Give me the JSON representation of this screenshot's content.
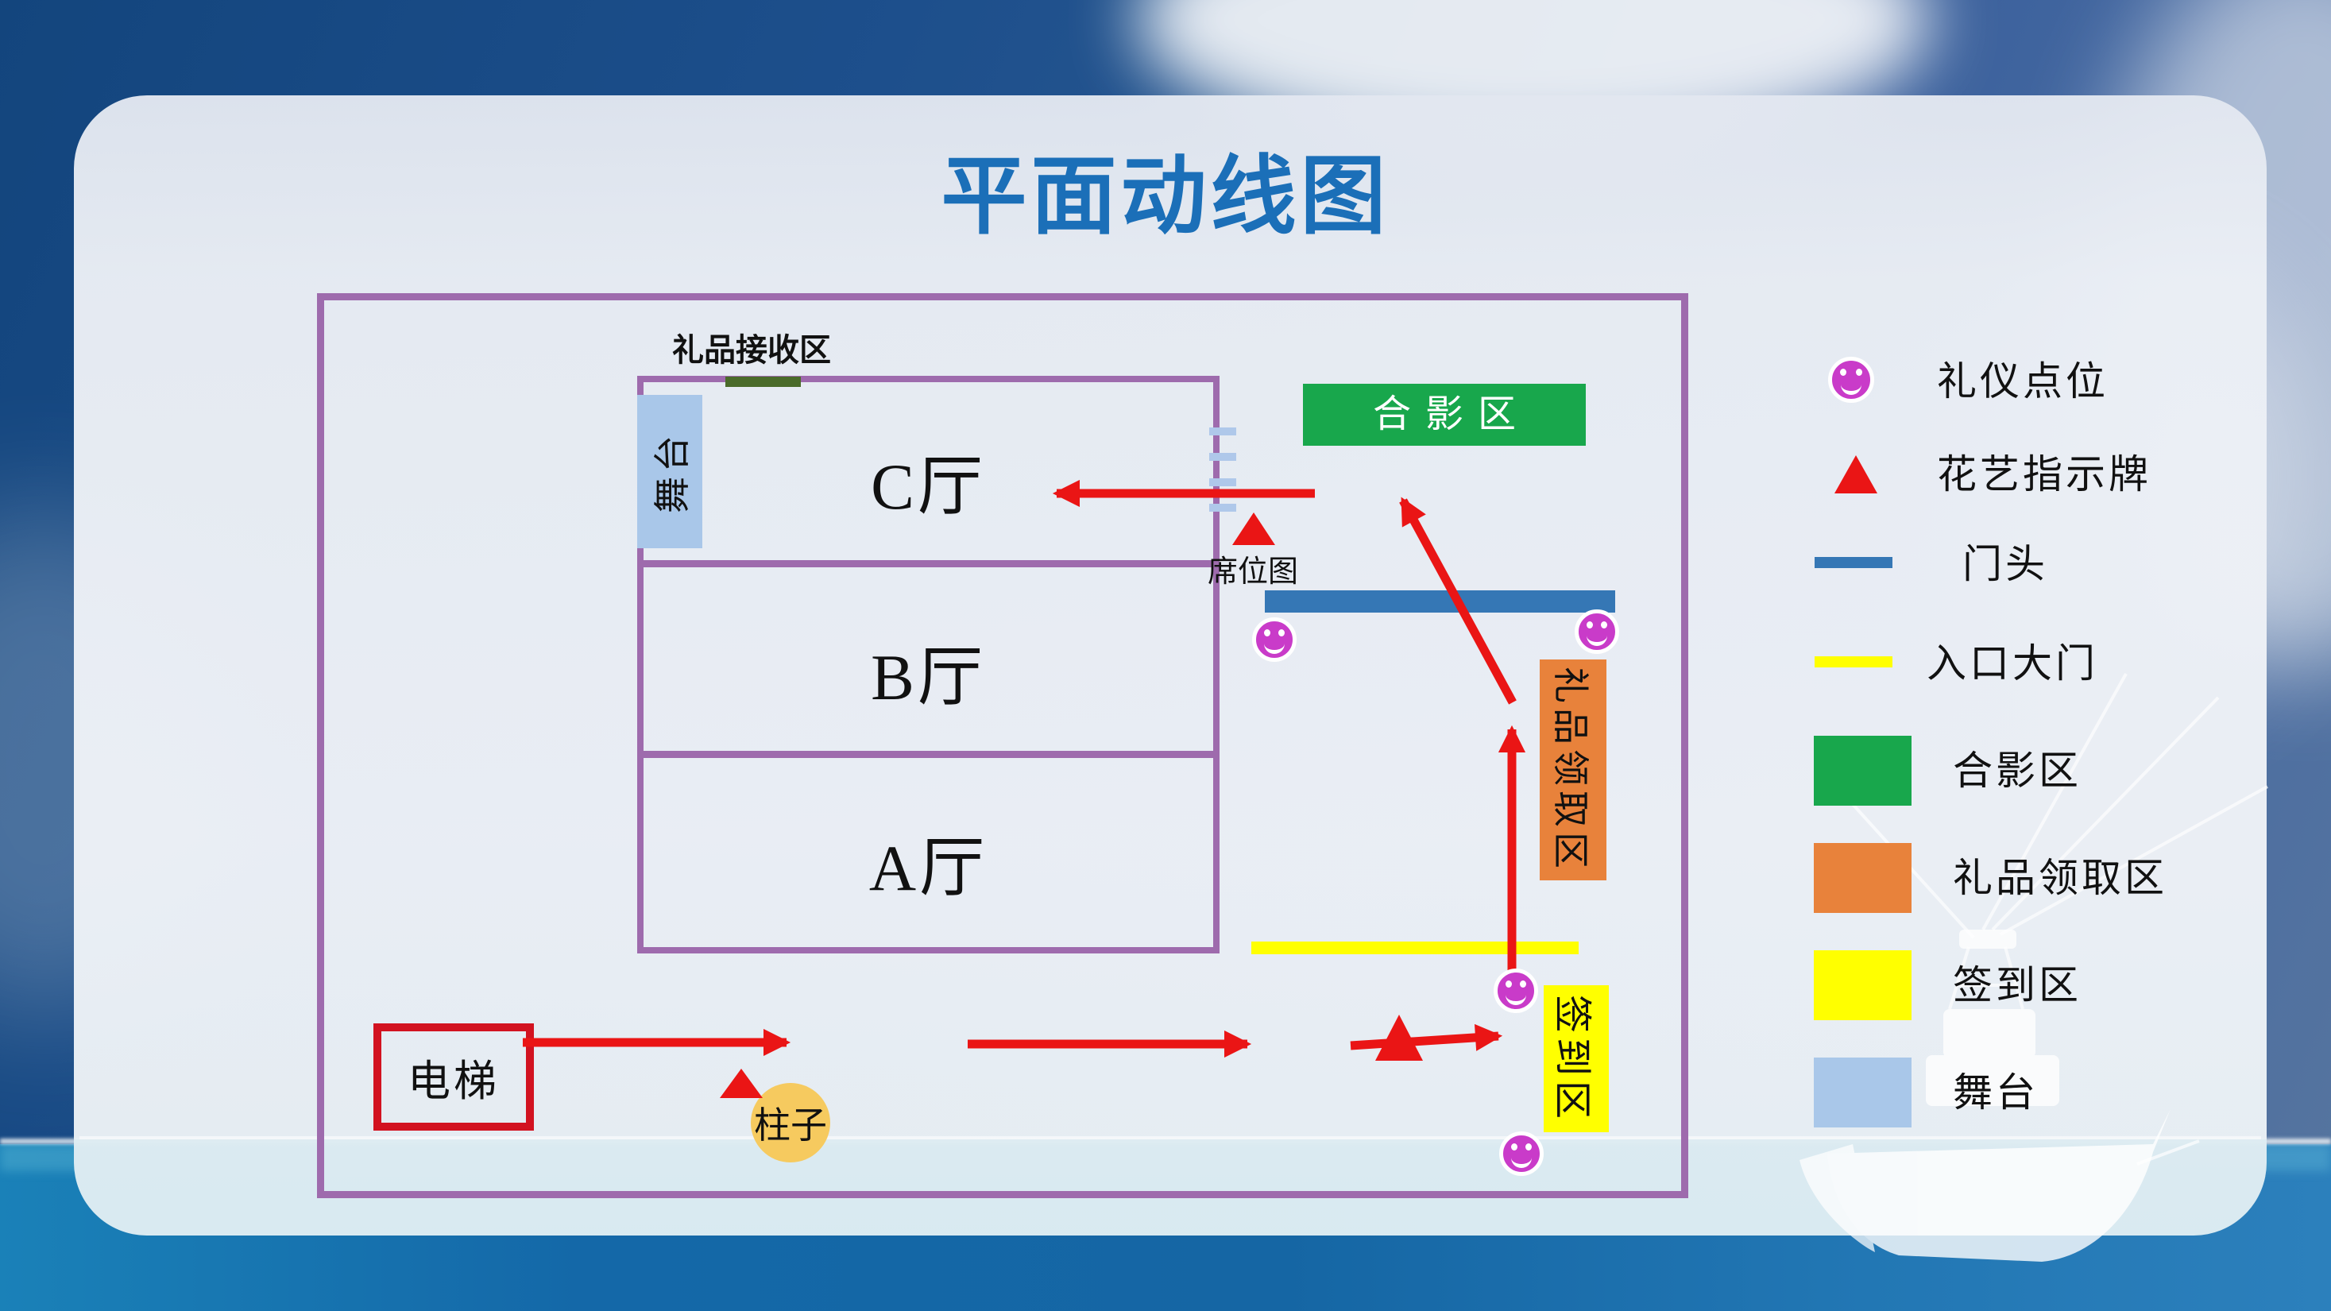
{
  "title": "平面动线图",
  "colors": {
    "title_blue": "#1B6FB8",
    "purple": "#9E6BAD",
    "red": "#EA1515",
    "elevator_red": "#D21220",
    "magenta": "#C93BC9",
    "green": "#18A74C",
    "dark_green": "#4A6B2A",
    "orange": "#E8823B",
    "yellow": "#FFFF00",
    "door_blue": "#3577B5",
    "stage_blue": "#A9C7E9",
    "pillar_gold": "#F6CA5F",
    "ink": "#111111"
  },
  "venue": {
    "halls": [
      {
        "label": "C厅"
      },
      {
        "label": "B厅"
      },
      {
        "label": "A厅"
      }
    ],
    "stage_label": "舞台",
    "gift_receiving_label": "礼品接收区",
    "seating_chart_label": "席位图",
    "photo_area_label": "合影区",
    "gift_pickup_label": "礼品领取区",
    "signin_label": "签到区",
    "elevator_label": "电梯",
    "pillar_label": "柱子"
  },
  "legend": {
    "items": [
      {
        "marker": "smiley",
        "label": "礼仪点位"
      },
      {
        "marker": "triangle",
        "label": "花艺指示牌"
      },
      {
        "marker": "line-blue",
        "label": "门头"
      },
      {
        "marker": "line-yellow",
        "label": "入口大门"
      },
      {
        "marker": "swatch-green",
        "label": "合影区"
      },
      {
        "marker": "swatch-orange",
        "label": "礼品领取区"
      },
      {
        "marker": "swatch-yellow",
        "label": "签到区"
      },
      {
        "marker": "swatch-lightblue",
        "label": "舞台"
      }
    ]
  }
}
